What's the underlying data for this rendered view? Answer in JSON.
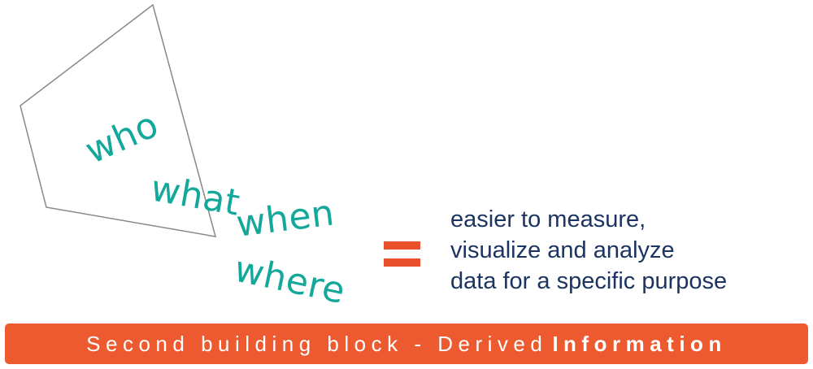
{
  "words": {
    "who": "who",
    "what": "what",
    "when": "when",
    "where": "where"
  },
  "equals_sign": "=",
  "description": {
    "line1": "easier to measure,",
    "line2": "visualize and analyze",
    "line3": "data for a specific purpose"
  },
  "banner": {
    "text": "Second building block - Derived",
    "emphasis": "Information"
  },
  "colors": {
    "teal": "#14a89a",
    "navy": "#1b3461",
    "orange": "#ed5a2f",
    "outline_gray": "#888888"
  }
}
